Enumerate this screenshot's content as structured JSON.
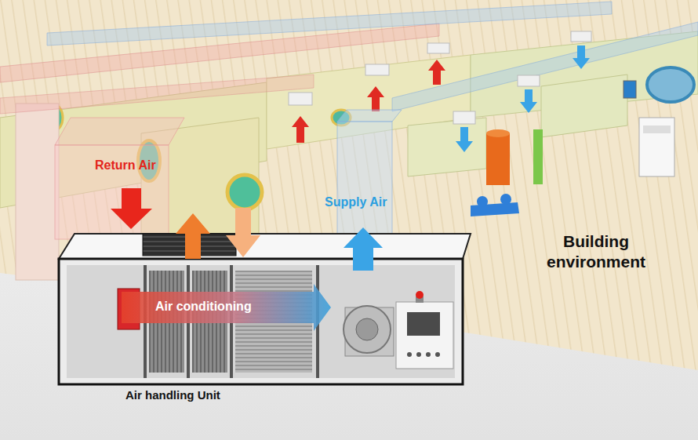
{
  "diagram": {
    "nodes": [
      {
        "text": [
          "Building environment"
        ]
      },
      {
        "text": [
          "Air handling Unit"
        ]
      }
    ],
    "labels": [
      "Return Air",
      "Supply Air",
      "Air conditioning"
    ]
  }
}
